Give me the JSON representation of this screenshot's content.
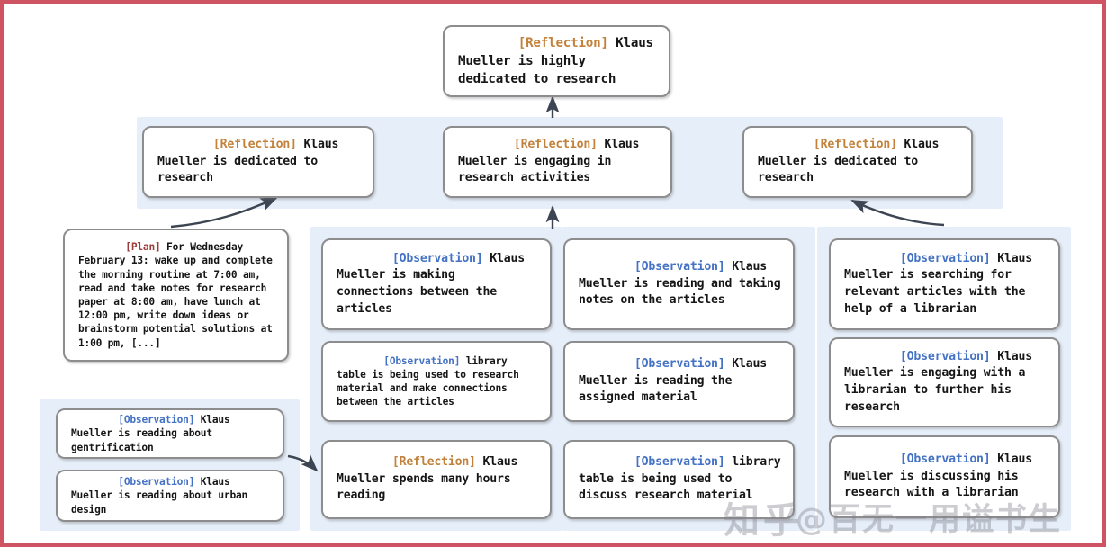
{
  "diagram": {
    "title": "Generative agent memory reflection tree",
    "tags": {
      "reflection": "[Reflection]",
      "observation": "[Observation]",
      "plan": "[Plan]"
    },
    "colors": {
      "reflection_tag": "#c2823c",
      "observation_tag": "#4472c4",
      "plan_tag": "#9e3b3b",
      "panel_background": "#e6eff9",
      "node_border": "#8d8d8d",
      "node_background": "#ffffff",
      "frame_border": "#cf5463",
      "arrow": "#3c4551"
    }
  },
  "root": {
    "tag": "[Reflection]",
    "text": " Klaus Mueller is highly dedicated to research"
  },
  "reflection_row": [
    {
      "tag": "[Reflection]",
      "text": " Klaus Mueller is dedicated to research"
    },
    {
      "tag": "[Reflection]",
      "text": " Klaus Mueller is engaging in research activities"
    },
    {
      "tag": "[Reflection]",
      "text": " Klaus Mueller is dedicated to research"
    }
  ],
  "plan_node": {
    "tag": "[Plan]",
    "text": " For Wednesday February 13: wake up and complete the morning routine at 7:00 am, read and take notes for research paper at 8:00 am, have lunch at 12:00 pm, write down ideas or brainstorm potential solutions at 1:00 pm, [...]"
  },
  "left_observations": [
    {
      "tag": "[Observation]",
      "text": " Klaus Mueller is reading about gentrification"
    },
    {
      "tag": "[Observation]",
      "text": " Klaus Mueller is reading about urban design"
    }
  ],
  "column_1": [
    {
      "tag": "[Observation]",
      "text": " Klaus Mueller is making connections between the articles"
    },
    {
      "tag": "[Observation]",
      "text": " library table is being used to research material and make connections between the articles"
    },
    {
      "tag": "[Reflection]",
      "text": " Klaus Mueller spends many hours reading"
    }
  ],
  "column_2": [
    {
      "tag": "[Observation]",
      "text": " Klaus Mueller is reading and taking notes on the articles"
    },
    {
      "tag": "[Observation]",
      "text": " Klaus Mueller is reading the assigned material"
    },
    {
      "tag": "[Observation]",
      "text": " library table is being used to discuss research material"
    }
  ],
  "column_3": [
    {
      "tag": "[Observation]",
      "text": " Klaus Mueller is searching for relevant articles with the help of a librarian"
    },
    {
      "tag": "[Observation]",
      "text": " Klaus Mueller is engaging with a librarian to further his research"
    },
    {
      "tag": "[Observation]",
      "text": " Klaus Mueller is discussing his research with a librarian"
    }
  ],
  "watermark": {
    "logo": "知乎",
    "handle": "@百无一用谥书生"
  }
}
